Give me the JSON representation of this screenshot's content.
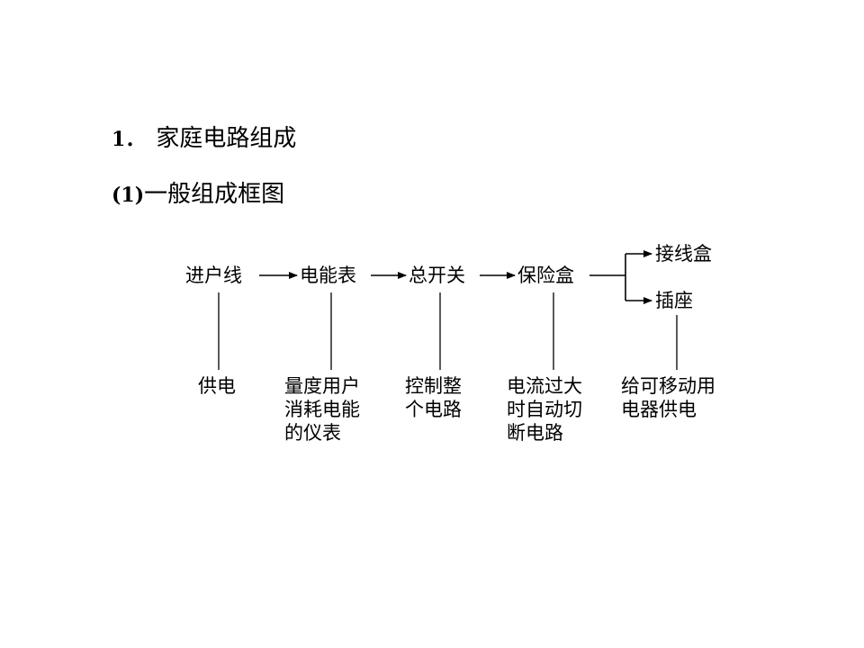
{
  "heading": {
    "number": "1．",
    "text": "家庭电路组成"
  },
  "subheading": {
    "number": "(1)",
    "text": "一般组成框图"
  },
  "diagram": {
    "nodes": [
      {
        "id": "incoming-line",
        "label": "进户线"
      },
      {
        "id": "energy-meter",
        "label": "电能表"
      },
      {
        "id": "main-switch",
        "label": "总开关"
      },
      {
        "id": "fuse-box",
        "label": "保险盒"
      },
      {
        "id": "junction-box",
        "label": "接线盒"
      },
      {
        "id": "socket",
        "label": "插座"
      }
    ],
    "descriptions": [
      {
        "for": "incoming-line",
        "text": "供电"
      },
      {
        "for": "energy-meter",
        "text": "量度用户\n消耗电能\n的仪表"
      },
      {
        "for": "main-switch",
        "text": "控制整\n个电路"
      },
      {
        "for": "fuse-box",
        "text": "电流过大\n时自动切\n断电路"
      },
      {
        "for": "socket",
        "text": "给可移动用\n电器供电"
      }
    ],
    "edges": [
      [
        "incoming-line",
        "energy-meter"
      ],
      [
        "energy-meter",
        "main-switch"
      ],
      [
        "main-switch",
        "fuse-box"
      ],
      [
        "fuse-box",
        "junction-box"
      ],
      [
        "fuse-box",
        "socket"
      ]
    ]
  }
}
